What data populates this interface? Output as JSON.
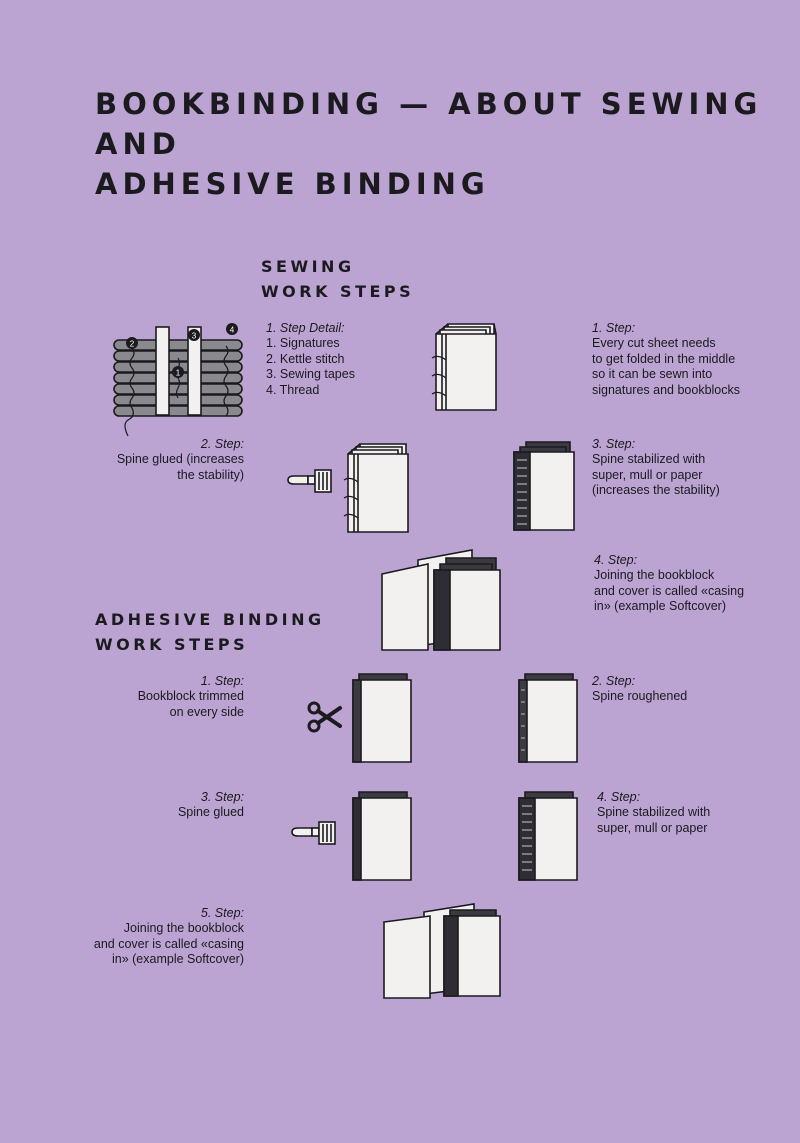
{
  "title": [
    "BOOKBINDING — ABOUT SEWING AND",
    "ADHESIVE BINDING"
  ],
  "sewing": {
    "heading": [
      "SEWING",
      "WORK STEPS"
    ],
    "detail": {
      "label": "1. Step Detail:",
      "items": [
        "1. Signatures",
        "2. Kettle stitch",
        "3. Sewing tapes",
        "4. Thread"
      ],
      "markers": [
        "1",
        "2",
        "3",
        "4"
      ]
    },
    "step1": {
      "label": "1. Step:",
      "lines": [
        "Every cut sheet needs",
        "to get folded in the middle",
        "so it can be sewn into",
        "signatures and bookblocks"
      ]
    },
    "step2": {
      "label": "2. Step:",
      "lines": [
        "Spine glued (increases",
        "the stability)"
      ]
    },
    "step3": {
      "label": "3. Step:",
      "lines": [
        "Spine stabilized with",
        "super, mull or paper",
        "(increases the stability)"
      ]
    },
    "step4": {
      "label": "4. Step:",
      "lines": [
        "Joining the bookblock",
        "and cover is called «casing",
        "in» (example Softcover)"
      ]
    }
  },
  "adhesive": {
    "heading": [
      "ADHESIVE BINDING",
      "WORK STEPS"
    ],
    "step1": {
      "label": "1. Step:",
      "lines": [
        "Bookblock trimmed",
        "on every side"
      ]
    },
    "step2": {
      "label": "2. Step:",
      "lines": [
        "Spine roughened"
      ]
    },
    "step3": {
      "label": "3. Step:",
      "lines": [
        "Spine glued"
      ]
    },
    "step4": {
      "label": "4. Step:",
      "lines": [
        "Spine stabilized with",
        "super, mull or paper"
      ]
    },
    "step5": {
      "label": "5. Step:",
      "lines": [
        "Joining the bookblock",
        "and cover is called «casing",
        "in» (example Softcover)"
      ]
    }
  },
  "icons": [
    "sewing-frame-icon",
    "sewn-signatures-icon",
    "glue-brush-icon",
    "scissors-icon",
    "book-block-icon",
    "softcover-book-icon"
  ],
  "colors": {
    "background": "#bba3d2",
    "ink": "#1b1b1f",
    "paper": "#f2f1f0",
    "tape_gray": "#8a8a8e"
  }
}
